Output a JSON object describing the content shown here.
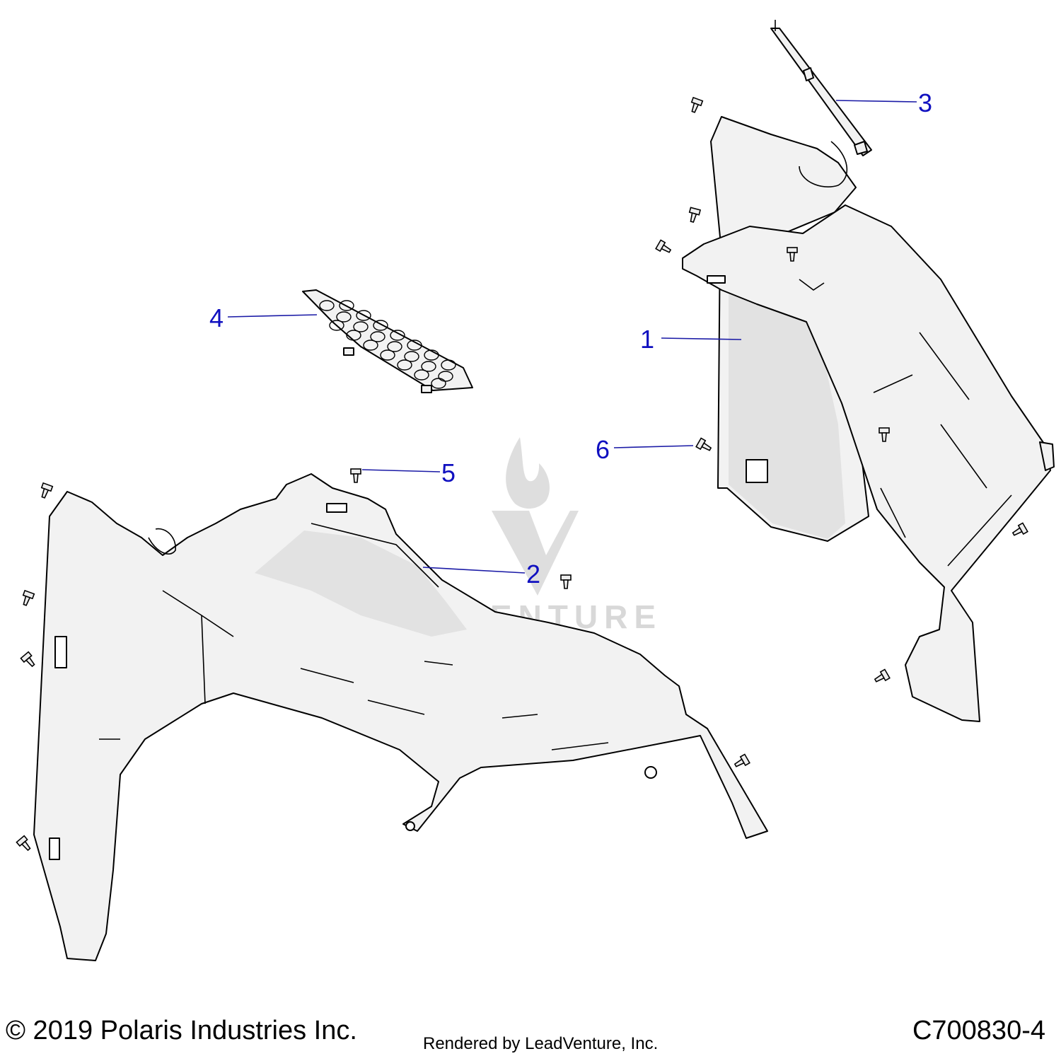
{
  "callouts": [
    {
      "label": "1"
    },
    {
      "label": "2"
    },
    {
      "label": "3"
    },
    {
      "label": "4"
    },
    {
      "label": "5"
    },
    {
      "label": "6"
    }
  ],
  "watermark": {
    "text": "LEADVENTURE"
  },
  "footer": {
    "copyright": "© 2019 Polaris Industries Inc.",
    "rendered_by": "Rendered by LeadVenture, Inc.",
    "drawing_id": "C700830-4"
  },
  "colors": {
    "callout": "#1010c0",
    "leader": "#1a1aa6"
  }
}
